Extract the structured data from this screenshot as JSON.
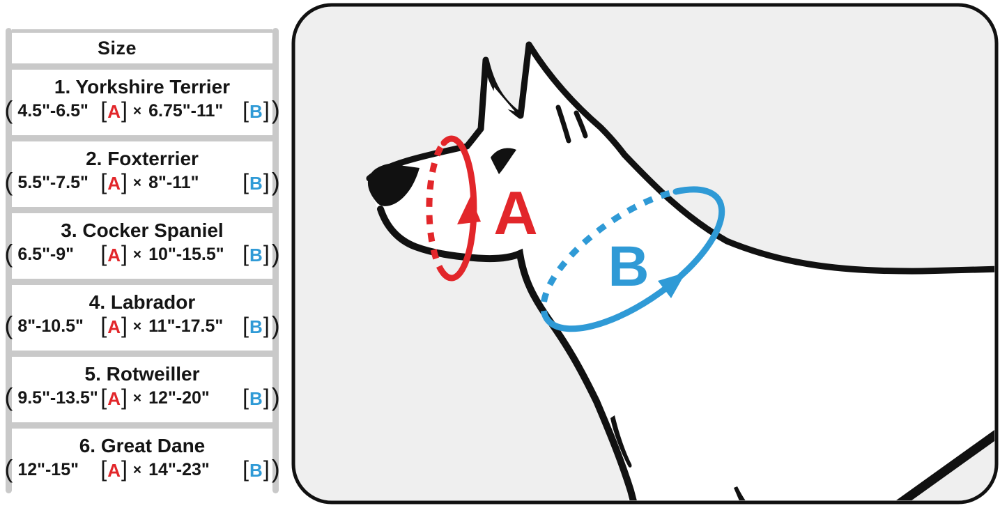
{
  "size_table": {
    "header": "Size",
    "tokens": {
      "open_paren": "(",
      "close_paren": ")",
      "bracket_open": "[",
      "bracket_close": "]",
      "multiply": "×",
      "a_label": "A",
      "b_label": "B"
    },
    "rows": [
      {
        "breed": "1. Yorkshire Terrier",
        "a_range": "4.5\"-6.5\"",
        "b_range": "6.75\"-11\""
      },
      {
        "breed": "2. Foxterrier",
        "a_range": "5.5\"-7.5\"",
        "b_range": "8\"-11\""
      },
      {
        "breed": "3. Cocker Spaniel",
        "a_range": "6.5\"-9\"",
        "b_range": "10\"-15.5\""
      },
      {
        "breed": "4. Labrador",
        "a_range": "8\"-10.5\"",
        "b_range": "11\"-17.5\""
      },
      {
        "breed": "5. Rotweiller",
        "a_range": "9.5\"-13.5\"",
        "b_range": "12\"-20\""
      },
      {
        "breed": "6. Great Dane",
        "a_range": "12\"-15\"",
        "b_range": "14\"-23\""
      }
    ]
  },
  "diagram": {
    "snout_label": "A",
    "neck_label": "B",
    "colors": {
      "snout_accent": "#e2262a",
      "neck_accent": "#2f9ad6",
      "outline": "#111111",
      "panel_background": "#efefef",
      "rail_gray": "#c9c9c9"
    }
  }
}
